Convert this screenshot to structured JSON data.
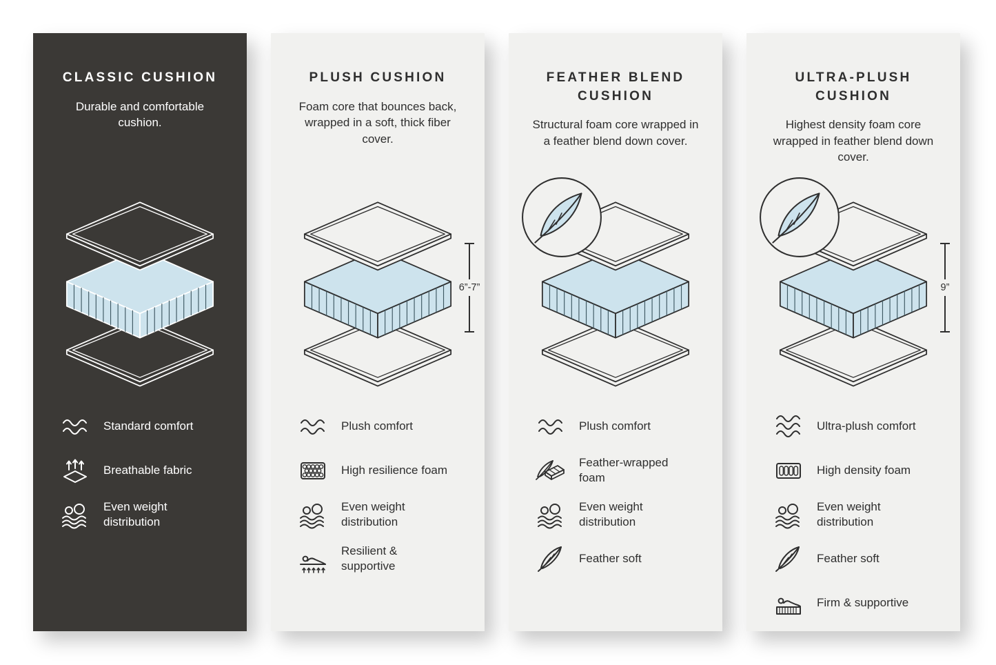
{
  "colors": {
    "dark_panel_bg": "#3B3936",
    "light_panel_bg": "#F1F1EF",
    "foam_blue": "#CDE3ED",
    "line_dark": "#333333"
  },
  "panels": [
    {
      "title": "CLASSIC CUSHION",
      "description": "Durable and comfortable cushion.",
      "features": [
        {
          "icon": "wave-icon",
          "label": "Standard comfort"
        },
        {
          "icon": "breathable-fabric-icon",
          "label": "Breathable fabric"
        },
        {
          "icon": "even-weight-icon",
          "label": "Even weight distribution"
        }
      ]
    },
    {
      "title": "PLUSH CUSHION",
      "description": "Foam core that bounces back, wrapped in a soft, thick fiber cover.",
      "measurement": "6”-7”",
      "features": [
        {
          "icon": "wave-icon",
          "label": "Plush comfort"
        },
        {
          "icon": "resilience-foam-icon",
          "label": "High resilience foam"
        },
        {
          "icon": "even-weight-icon",
          "label": "Even weight distribution"
        },
        {
          "icon": "resilient-supportive-icon",
          "label": "Resilient & supportive"
        }
      ]
    },
    {
      "title": "FEATHER BLEND CUSHION",
      "description": "Structural foam core wrapped in a feather blend down cover.",
      "features": [
        {
          "icon": "wave-icon",
          "label": "Plush comfort"
        },
        {
          "icon": "feather-wrapped-foam-icon",
          "label": "Feather-wrapped foam"
        },
        {
          "icon": "even-weight-icon",
          "label": "Even weight distribution"
        },
        {
          "icon": "feather-icon",
          "label": "Feather soft"
        }
      ]
    },
    {
      "title": "ULTRA-PLUSH CUSHION",
      "description": "Highest density foam core wrapped in feather blend down cover.",
      "measurement": "9”",
      "features": [
        {
          "icon": "wave-icon",
          "label": "Ultra-plush comfort"
        },
        {
          "icon": "high-density-foam-icon",
          "label": "High density foam"
        },
        {
          "icon": "even-weight-icon",
          "label": "Even weight distribution"
        },
        {
          "icon": "feather-icon",
          "label": "Feather soft"
        },
        {
          "icon": "firm-supportive-icon",
          "label": "Firm & supportive"
        }
      ]
    }
  ]
}
